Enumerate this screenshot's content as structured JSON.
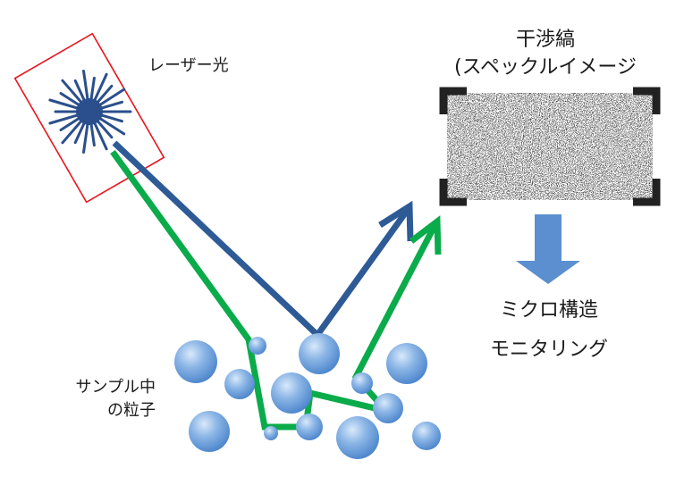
{
  "labels": {
    "laser": "レーザー光",
    "speckle_line1": "干渉縞",
    "speckle_line2": "(スペックルイメージ",
    "output_line1": "ミクロ構造",
    "output_line2": "モニタリング",
    "particles_line1": "サンプル中",
    "particles_line2": "の粒子"
  },
  "colors": {
    "laser_frame": "#e8141c",
    "laser_burst": "#2b4f8c",
    "blue_beam": "#2e5b96",
    "green_beam": "#0aab4a",
    "particle": "#6fa2dc",
    "particle_light": "#cfe2f7",
    "down_arrow": "#5b8fcf",
    "corner_brackets": "#222222"
  },
  "icons": {
    "laser": "starburst-icon",
    "flow": "down-arrow-icon"
  }
}
